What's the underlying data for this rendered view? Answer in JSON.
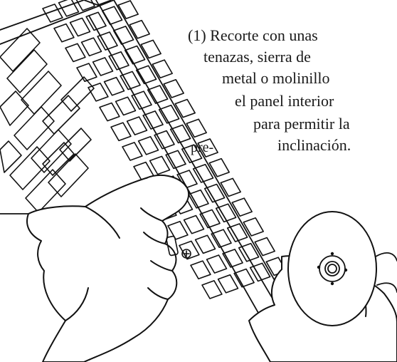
{
  "caption": {
    "line1": "(1) Recorte con unas",
    "line2": "tenazas, sierra de",
    "line3": "metal o molinillo",
    "line4": "el panel interior",
    "line5": "para permitir la",
    "line6": "inclinación."
  },
  "fragment": "pre-",
  "icons": {
    "screw": "screw-head-icon",
    "disc": "grinder-disc-icon"
  }
}
